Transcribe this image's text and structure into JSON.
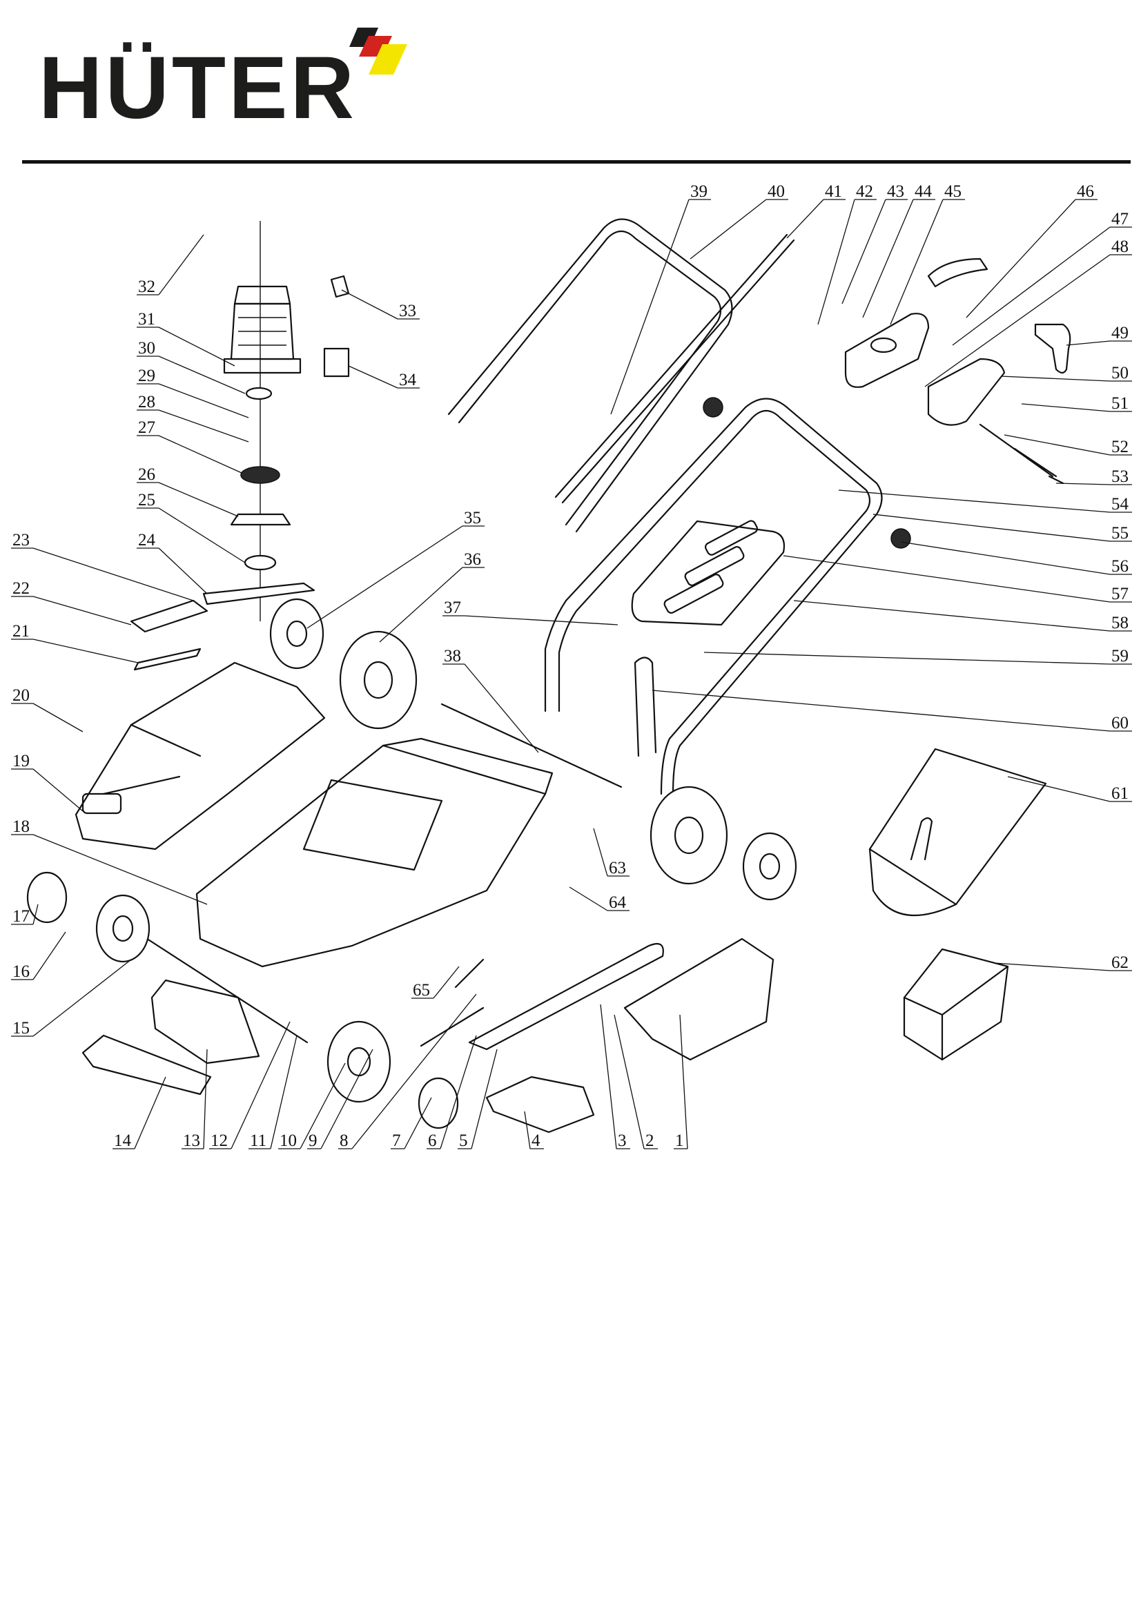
{
  "brand": {
    "name": "HÜTER",
    "accent_colors": [
      "#d3231e",
      "#f3e500",
      "#1d1d1b"
    ]
  },
  "diagram": {
    "callouts": [
      "1",
      "2",
      "3",
      "4",
      "5",
      "6",
      "7",
      "8",
      "9",
      "10",
      "11",
      "12",
      "13",
      "14",
      "15",
      "16",
      "17",
      "18",
      "19",
      "20",
      "21",
      "22",
      "23",
      "24",
      "25",
      "26",
      "27",
      "28",
      "29",
      "30",
      "31",
      "32",
      "33",
      "34",
      "35",
      "36",
      "37",
      "38",
      "39",
      "40",
      "41",
      "42",
      "43",
      "44",
      "45",
      "46",
      "47",
      "48",
      "49",
      "50",
      "51",
      "52",
      "53",
      "54",
      "55",
      "56",
      "57",
      "58",
      "59",
      "60",
      "61",
      "62",
      "63",
      "64",
      "65"
    ]
  }
}
